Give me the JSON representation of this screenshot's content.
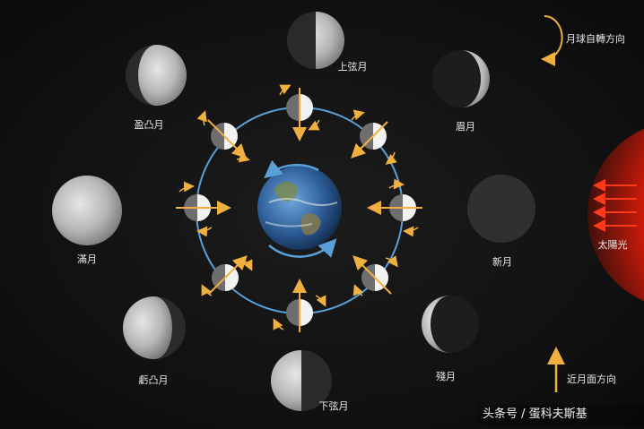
{
  "diagram": {
    "phases": {
      "first_quarter": "上弦月",
      "waxing_crescent": "眉月",
      "waxing_gibbous": "盈凸月",
      "full_moon": "滿月",
      "new_moon": "新月",
      "waning_gibbous": "虧凸月",
      "last_quarter": "下弦月",
      "waning_crescent": "殘月"
    },
    "legend": {
      "rotation_direction": "月球自轉方向",
      "near_side_direction": "近月面方向",
      "sunlight": "太陽光"
    }
  },
  "watermark": "头条号 / 蛋科夫斯基",
  "colors": {
    "background": "#111111",
    "orbit": "#5aa0d8",
    "arrow": "#f0b040",
    "sun": "#ff3a1a",
    "moon_lit": "#f2f2f2",
    "moon_dark": "#6e6e6e"
  }
}
